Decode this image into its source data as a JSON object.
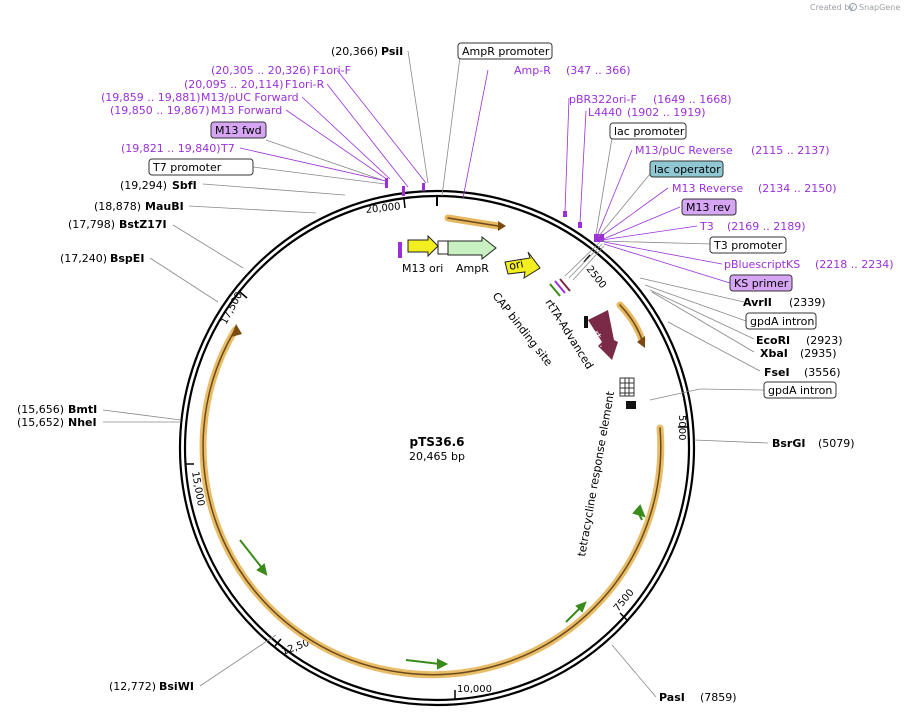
{
  "credit": {
    "text": "Created by",
    "brand": "SnapGene"
  },
  "plasmid": {
    "name": "pTS36.6",
    "length_text": "20,465 bp",
    "length": 20465
  },
  "ticks": [
    "2500",
    "5000",
    "7500",
    "10,000",
    "12,500",
    "15,000",
    "17,500",
    "20,000"
  ],
  "enzymes_left": [
    {
      "name": "PsiI",
      "pos": "(20,366)"
    },
    {
      "name": "SbfI",
      "pos": "(19,294)"
    },
    {
      "name": "MauBI",
      "pos": "(18,878)"
    },
    {
      "name": "BstZ17I",
      "pos": "(17,798)"
    },
    {
      "name": "BspEI",
      "pos": "(17,240)"
    },
    {
      "name": "BmtI",
      "pos": "(15,656)"
    },
    {
      "name": "NheI",
      "pos": "(15,652)"
    },
    {
      "name": "BsiWI",
      "pos": "(12,772)"
    }
  ],
  "enzymes_right": [
    {
      "name": "AvrII",
      "pos": "(2339)"
    },
    {
      "name": "EcoRI",
      "pos": "(2923)"
    },
    {
      "name": "XbaI",
      "pos": "(2935)"
    },
    {
      "name": "FseI",
      "pos": "(3556)"
    },
    {
      "name": "BsrGI",
      "pos": "(5079)"
    },
    {
      "name": "PasI",
      "pos": "(7859)"
    }
  ],
  "features_left": [
    {
      "name": "F1ori-F",
      "range": "(20,305 .. 20,326)"
    },
    {
      "name": "F1ori-R",
      "range": "(20,095 .. 20,114)"
    },
    {
      "name": "M13/pUC Forward",
      "range": "(19,859 .. 19,881)"
    },
    {
      "name": "M13 Forward",
      "range": "(19,850 .. 19,867)"
    },
    {
      "name": "T7",
      "range": "(19,821 .. 19,840)"
    }
  ],
  "features_right": [
    {
      "name": "Amp-R",
      "range": "(347 .. 366)"
    },
    {
      "name": "pBR322ori-F",
      "range": "(1649 .. 1668)"
    },
    {
      "name": "L4440",
      "range": "(1902 .. 1919)"
    },
    {
      "name": "M13/pUC Reverse",
      "range": "(2115 .. 2137)"
    },
    {
      "name": "M13 Reverse",
      "range": "(2134 .. 2150)"
    },
    {
      "name": "T3",
      "range": "(2169 .. 2189)"
    },
    {
      "name": "pBluescriptKS",
      "range": "(2218 .. 2234)"
    }
  ],
  "boxed_labels": {
    "ampr_promoter": "AmpR promoter",
    "m13_fwd": "M13 fwd",
    "t7_promoter": "T7 promoter",
    "lac_promoter": "lac promoter",
    "lac_operator": "lac operator",
    "m13_rev": "M13 rev",
    "t3_promoter": "T3 promoter",
    "ks_primer": "KS primer",
    "gpda_intron_1": "gpdA intron",
    "gpda_intron_2": "gpdA intron"
  },
  "inner_labels": {
    "m13_ori": "M13 ori",
    "ampr": "AmpR",
    "ori": "ori",
    "cap": "CAP binding site",
    "rtta": "rtTA-Advanced",
    "rtta_short": "rt...",
    "tre": "tetracycline response element"
  },
  "colors": {
    "backbone": "#000000",
    "primer": "#9b30d9",
    "orf_arrow": "#7a2a46",
    "orange_arc": "#e8b860",
    "green_arrow": "#3a8c1a",
    "ori": "#f2ee20",
    "ampr": "#c8f0c0",
    "lac_operator_box": "#8fc7d2",
    "primer_box": "#d6a6f5"
  }
}
